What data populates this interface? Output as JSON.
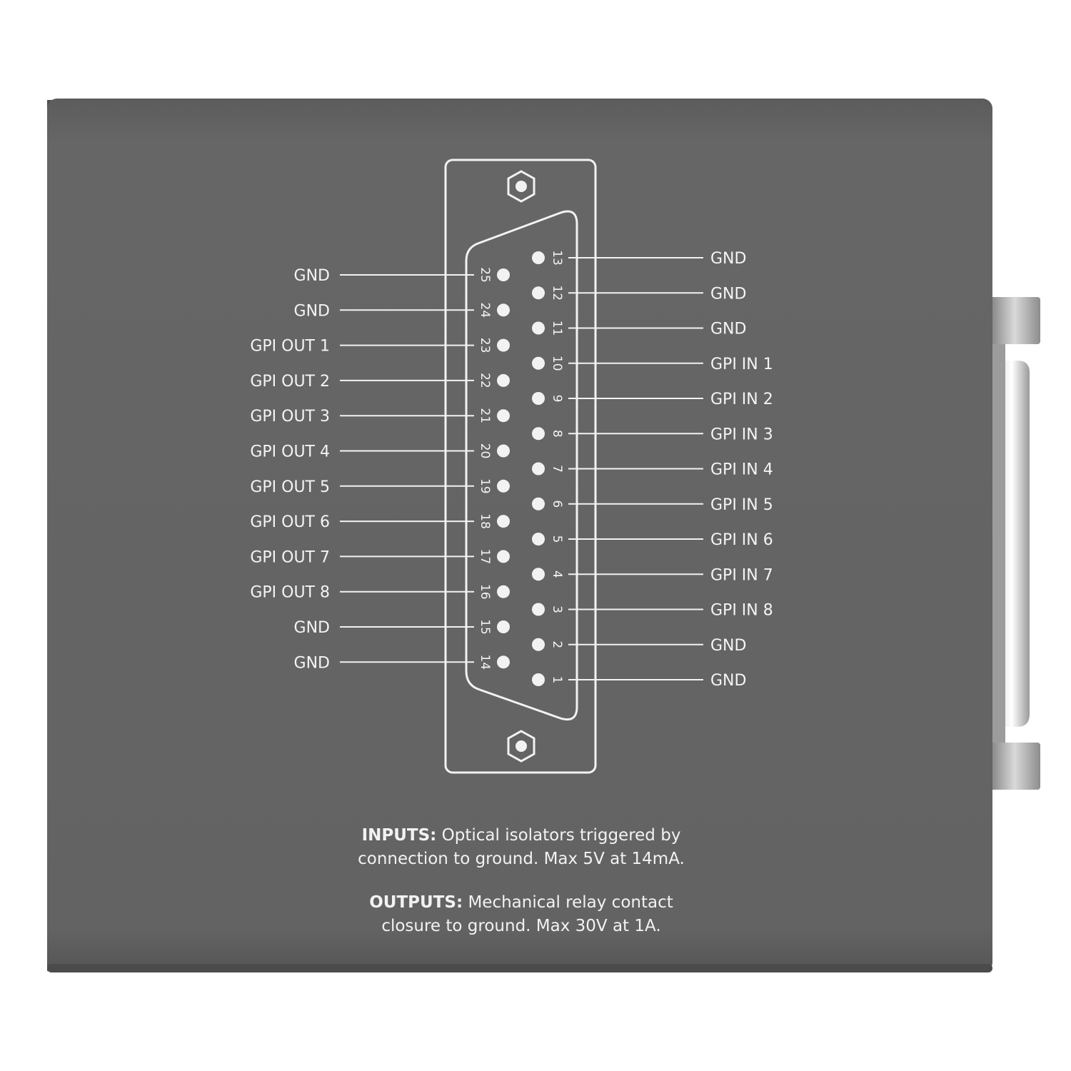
{
  "colors": {
    "background": "#ffffff",
    "panel": "#636363",
    "panel_edge": "#4a4a4a",
    "print": "#f2f2f2",
    "metal": "#c8c8c8"
  },
  "connector": {
    "type": "DB-25",
    "mounting_screw_icon": "hex-screw-icon",
    "right_pins": [
      {
        "number": "13",
        "label": "GND"
      },
      {
        "number": "12",
        "label": "GND"
      },
      {
        "number": "11",
        "label": "GND"
      },
      {
        "number": "10",
        "label": "GPI IN 1"
      },
      {
        "number": "9",
        "label": "GPI IN 2"
      },
      {
        "number": "8",
        "label": "GPI IN 3"
      },
      {
        "number": "7",
        "label": "GPI IN 4"
      },
      {
        "number": "6",
        "label": "GPI IN 5"
      },
      {
        "number": "5",
        "label": "GPI IN 6"
      },
      {
        "number": "4",
        "label": "GPI IN 7"
      },
      {
        "number": "3",
        "label": "GPI IN 8"
      },
      {
        "number": "2",
        "label": "GND"
      },
      {
        "number": "1",
        "label": "GND"
      }
    ],
    "left_pins": [
      {
        "number": "25",
        "label": "GND"
      },
      {
        "number": "24",
        "label": "GND"
      },
      {
        "number": "23",
        "label": "GPI OUT 1"
      },
      {
        "number": "22",
        "label": "GPI OUT 2"
      },
      {
        "number": "21",
        "label": "GPI OUT 3"
      },
      {
        "number": "20",
        "label": "GPI OUT 4"
      },
      {
        "number": "19",
        "label": "GPI OUT 5"
      },
      {
        "number": "18",
        "label": "GPI OUT 6"
      },
      {
        "number": "17",
        "label": "GPI OUT 7"
      },
      {
        "number": "16",
        "label": "GPI OUT 8"
      },
      {
        "number": "15",
        "label": "GND"
      },
      {
        "number": "14",
        "label": "GND"
      }
    ]
  },
  "notes": {
    "inputs_heading": "INPUTS:",
    "inputs_line1": "Optical isolators triggered by",
    "inputs_line2": "connection to ground. Max 5V at 14mA.",
    "outputs_heading": "OUTPUTS:",
    "outputs_line1": "Mechanical relay contact",
    "outputs_line2": "closure to ground. Max 30V at 1A."
  }
}
